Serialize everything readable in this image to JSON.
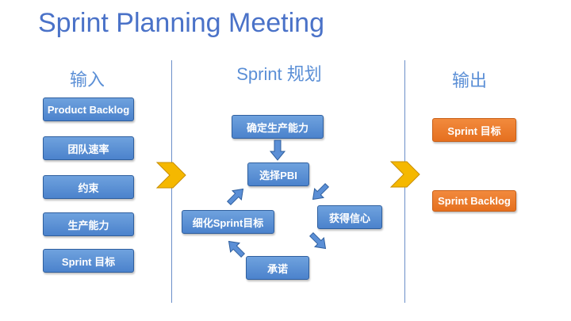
{
  "title": "Sprint Planning Meeting",
  "columns": {
    "input": {
      "heading": "输入",
      "items": [
        "Product Backlog",
        "团队速率",
        "约束",
        "生产能力",
        "Sprint 目标"
      ]
    },
    "planning": {
      "heading": "Sprint 规划",
      "steps": {
        "capacity": "确定生产能力",
        "select": "选择PBI",
        "confidence": "获得信心",
        "commit": "承诺",
        "refine": "细化Sprint目标"
      }
    },
    "output": {
      "heading": "输出",
      "items": [
        "Sprint 目标",
        "Sprint Backlog"
      ]
    }
  },
  "colors": {
    "title": "#4a72c8",
    "box_blue": "#5b8fd6",
    "box_orange": "#ee7d2c",
    "chevron": "#f5b800",
    "divider": "#6c8fc9"
  }
}
